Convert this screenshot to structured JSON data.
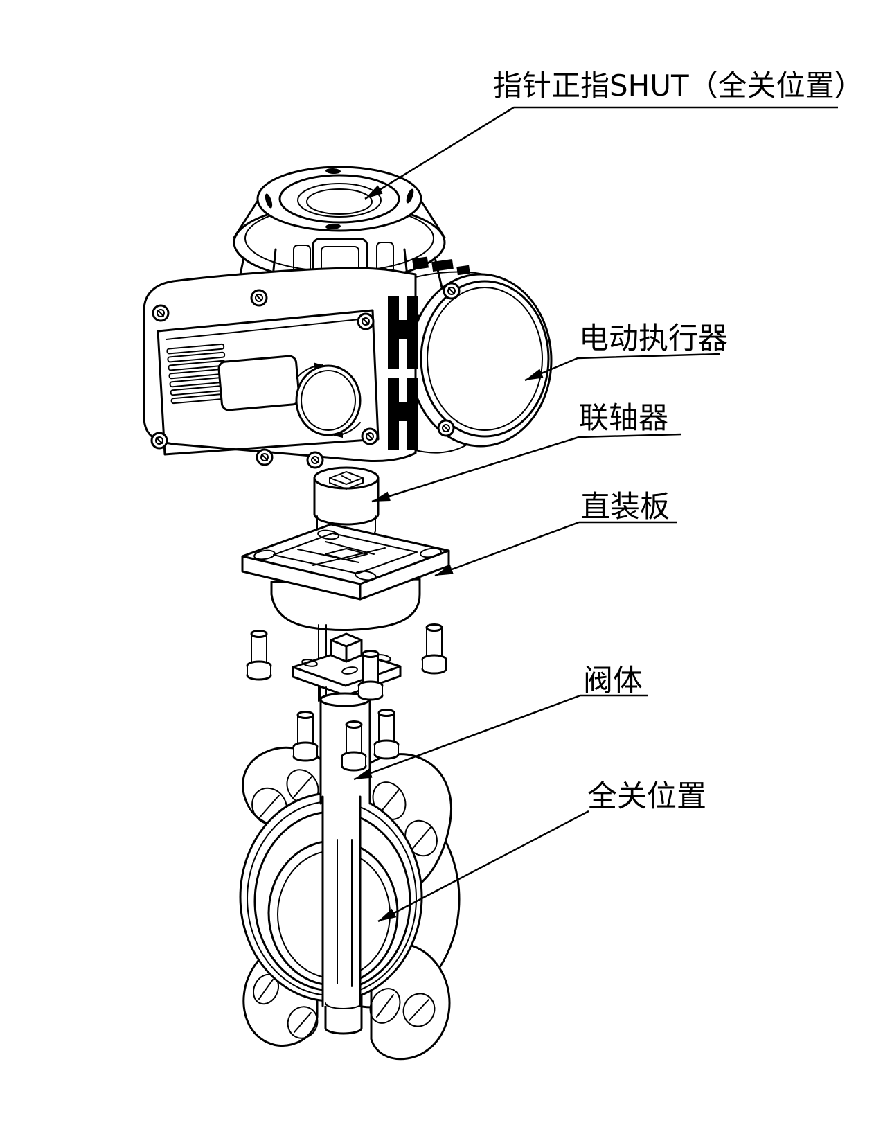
{
  "diagram": {
    "type": "exploded-assembly-technical-drawing",
    "colors": {
      "line": "#000000",
      "background": "#ffffff"
    },
    "labels": [
      {
        "id": "pointer-shut",
        "text": "指针正指SHUT（全关位置）"
      },
      {
        "id": "actuator",
        "text": "电动执行器"
      },
      {
        "id": "coupling",
        "text": "联轴器"
      },
      {
        "id": "mounting-plate",
        "text": "直装板"
      },
      {
        "id": "valve-body",
        "text": "阀体"
      },
      {
        "id": "closed-position",
        "text": "全关位置"
      }
    ]
  }
}
